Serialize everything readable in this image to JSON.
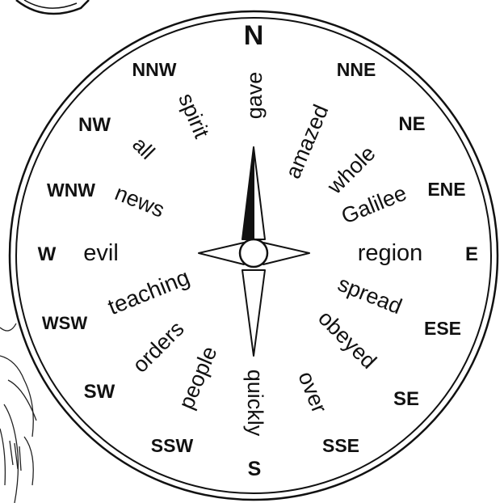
{
  "compass": {
    "directions": {
      "N": "N",
      "NNE": "NNE",
      "NE": "NE",
      "ENE": "ENE",
      "E": "E",
      "ESE": "ESE",
      "SE": "SE",
      "SSE": "SSE",
      "S": "S",
      "SSW": "SSW",
      "SW": "SW",
      "WSW": "WSW",
      "W": "W",
      "WNW": "WNW",
      "NW": "NW",
      "NNW": "NNW"
    },
    "words": {
      "N": "gave",
      "NNE": "amazed",
      "NE": "whole",
      "ENE": "Galilee",
      "E": "region",
      "ESE": "spread",
      "SE": "obeyed",
      "SSE": "over",
      "S": "quickly",
      "SSW": "people",
      "SW": "orders",
      "WSW": "teaching",
      "W": "evil",
      "WNW": "news",
      "NW": "all",
      "NNW": "spirit"
    }
  }
}
